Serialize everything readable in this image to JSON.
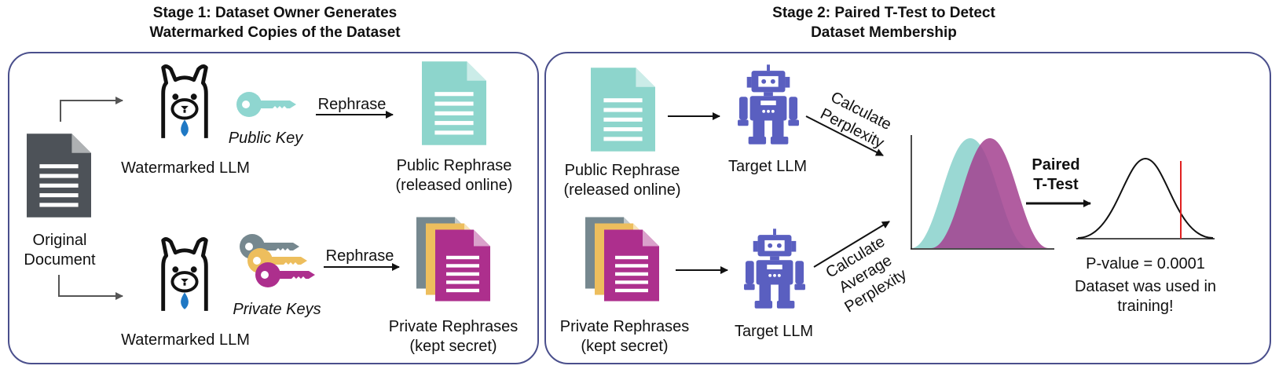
{
  "stage1": {
    "title_line1": "Stage 1: Dataset Owner Generates",
    "title_line2": "Watermarked Copies of the Dataset",
    "original_document_line1": "Original",
    "original_document_line2": "Document",
    "watermarked_llm_top": "Watermarked LLM",
    "watermarked_llm_bottom": "Watermarked LLM",
    "public_key": "Public Key",
    "private_keys": "Private Keys",
    "rephrase_top": "Rephrase",
    "rephrase_bottom": "Rephrase",
    "public_rephrase_line1": "Public Rephrase",
    "public_rephrase_line2": "(released online)",
    "private_rephrases_line1": "Private Rephrases",
    "private_rephrases_line2": "(kept secret)"
  },
  "stage2": {
    "title_line1": "Stage 2: Paired T-Test to Detect",
    "title_line2": "Dataset Membership",
    "public_rephrase_line1": "Public Rephrase",
    "public_rephrase_line2": "(released online)",
    "private_rephrases_line1": "Private Rephrases",
    "private_rephrases_line2": "(kept secret)",
    "target_llm_top": "Target LLM",
    "target_llm_bottom": "Target LLM",
    "calc_perplexity_line1": "Calculate",
    "calc_perplexity_line2": "Perplexity",
    "calc_avg_line1": "Calculate",
    "calc_avg_line2": "Average",
    "calc_avg_line3": "Perplexity",
    "paired_line1": "Paired",
    "paired_line2": "T-Test",
    "p_value": "P-value = 0.0001",
    "conclusion_line1": "Dataset was used in",
    "conclusion_line2": "training!"
  },
  "colors": {
    "panel_border": "#4a4f8c",
    "doc_dark": "#4d5258",
    "doc_teal": "#8dd5cc",
    "doc_gray": "#76888f",
    "doc_yellow": "#edbe5d",
    "doc_magenta": "#ad2f8d",
    "robot": "#5a5fc0",
    "key_public": "#8fd6d0",
    "key_private_1": "#76888f",
    "key_private_2": "#edbe5d",
    "key_private_3": "#ad2f8d",
    "water_drop": "#1f78c4",
    "dist_teal": "#9ad8d3",
    "dist_magenta": "#a3418f",
    "significance_line": "#e02020"
  }
}
